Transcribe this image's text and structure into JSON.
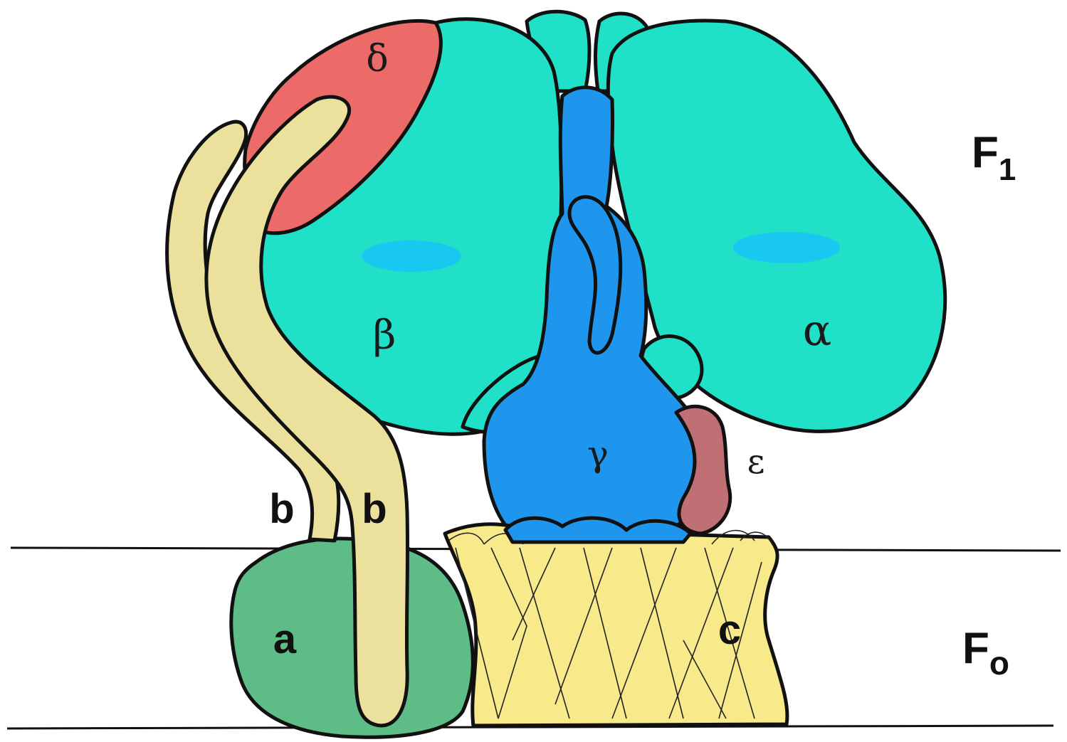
{
  "colors": {
    "alpha_beta": "#20e0c8",
    "alpha_beta_spot": "#18c8f0",
    "gamma": "#1f96ee",
    "delta": "#ec6b68",
    "epsilon": "#c07075",
    "subunit_b": "#ebe09c",
    "subunit_a": "#5ebd87",
    "subunit_c": "#f8e98a",
    "outline": "#111111",
    "background": "#ffffff"
  },
  "subunits": {
    "delta": "δ",
    "beta": "β",
    "alpha": "α",
    "gamma": "γ",
    "epsilon": "ε",
    "b_left": "b",
    "b_right": "b",
    "a": "a",
    "c": "c"
  },
  "regions": {
    "f1": {
      "letter": "F",
      "subscript": "1"
    },
    "fo": {
      "letter": "F",
      "subscript": "o"
    }
  }
}
